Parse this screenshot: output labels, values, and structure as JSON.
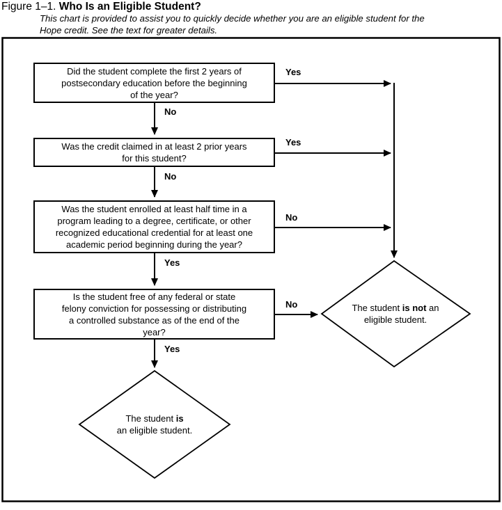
{
  "figure": {
    "label": "Figure 1–1.",
    "title": "Who Is an Eligible Student?",
    "subtitle": "This chart is provided to assist you to quickly decide whether you are an eligible student for the\nHope credit. See the text for greater details."
  },
  "flowchart": {
    "boxes": [
      {
        "id": "q1",
        "text": "Did the student complete the first 2 years of\npostsecondary education before the beginning\nof the year?"
      },
      {
        "id": "q2",
        "text": "Was the credit claimed in at least 2 prior years\nfor this student?"
      },
      {
        "id": "q3",
        "text": "Was the student enrolled at least half time in a\nprogram leading to a degree, certificate, or other\nrecognized educational credential for at least one\nacademic period beginning during the year?"
      },
      {
        "id": "q4",
        "text": "Is the student free of any federal or state\nfelony conviction for possessing or distributing\na controlled substance as of the end of the\nyear?"
      }
    ],
    "edges": {
      "q1_yes": "Yes",
      "q1_no": "No",
      "q2_yes": "Yes",
      "q2_no": "No",
      "q3_no": "No",
      "q3_yes": "Yes",
      "q4_no": "No",
      "q4_yes": "Yes"
    },
    "outcomes": {
      "not_eligible": {
        "pre": "The student ",
        "bold": "is not",
        "post": " an\neligible student."
      },
      "eligible": {
        "pre": "The student ",
        "bold": "is",
        "post": "\nan eligible student."
      }
    }
  },
  "colors": {
    "ink": "#000000",
    "paper": "#ffffff"
  }
}
